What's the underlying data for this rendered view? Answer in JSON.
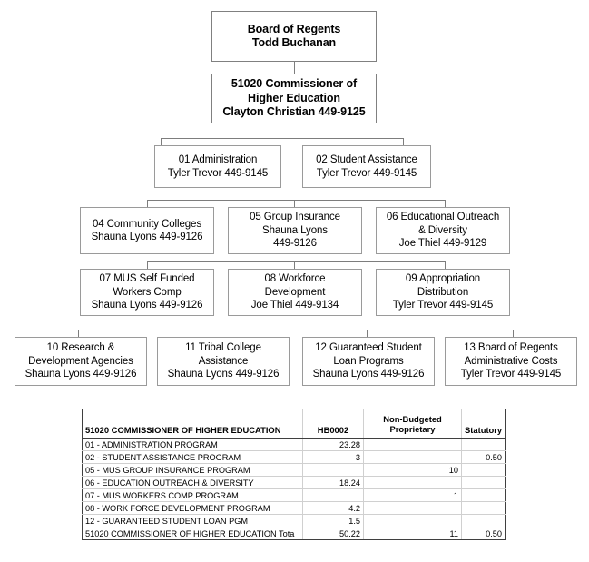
{
  "org_chart": {
    "root": {
      "id": "board-of-regents",
      "text": "Board of Regents\nTodd Buchanan"
    },
    "commissioner": {
      "id": "commissioner",
      "text": "51020 Commissioner of\nHigher Education\nClayton Christian 449-9125"
    },
    "row1": [
      {
        "id": "01-administration",
        "text": "01 Administration\nTyler Trevor 449-9145"
      },
      {
        "id": "02-student-assistance",
        "text": "02 Student Assistance\nTyler Trevor 449-9145"
      }
    ],
    "row2": [
      {
        "id": "04-community-colleges",
        "text": "04 Community Colleges\nShauna Lyons 449-9126"
      },
      {
        "id": "05-group-insurance",
        "text": "05 Group Insurance\nShauna Lyons\n449-9126"
      },
      {
        "id": "06-educational-outreach",
        "text": "06 Educational Outreach\n& Diversity\nJoe Thiel 449-9129"
      }
    ],
    "row3": [
      {
        "id": "07-mus-self-funded-workers-comp",
        "text": "07 MUS Self Funded\nWorkers Comp\nShauna Lyons 449-9126"
      },
      {
        "id": "08-workforce-development",
        "text": "08 Workforce\nDevelopment\nJoe Thiel 449-9134"
      },
      {
        "id": "09-appropriation-distribution",
        "text": "09 Appropriation\nDistribution\nTyler Trevor 449-9145"
      }
    ],
    "row4": [
      {
        "id": "10-research-development-agencies",
        "text": "10 Research &\nDevelopment Agencies\nShauna Lyons 449-9126"
      },
      {
        "id": "11-tribal-college-assistance",
        "text": "11 Tribal College\nAssistance\nShauna Lyons 449-9126"
      },
      {
        "id": "12-guaranteed-student-loan-programs",
        "text": "12 Guaranteed Student\nLoan Programs\nShauna Lyons 449-9126"
      },
      {
        "id": "13-board-of-regents-admin-costs",
        "text": "13 Board of Regents\nAdministrative Costs\nTyler Trevor 449-9145"
      }
    ]
  },
  "table": {
    "headers": {
      "program": "51020 COMMISSIONER OF HIGHER EDUCATION",
      "hb0002": "HB0002",
      "non_budgeted_proprietary": "Non-Budgeted Proprietary",
      "statutory": "Statutory"
    },
    "rows": [
      {
        "program": "01 - ADMINISTRATION PROGRAM",
        "hb0002": "23.28",
        "non_budgeted_proprietary": "",
        "statutory": ""
      },
      {
        "program": "02 - STUDENT ASSISTANCE PROGRAM",
        "hb0002": "3",
        "non_budgeted_proprietary": "",
        "statutory": "0.50"
      },
      {
        "program": "05 - MUS GROUP INSURANCE PROGRAM",
        "hb0002": "",
        "non_budgeted_proprietary": "10",
        "statutory": ""
      },
      {
        "program": "06 - EDUCATION OUTREACH & DIVERSITY",
        "hb0002": "18.24",
        "non_budgeted_proprietary": "",
        "statutory": ""
      },
      {
        "program": "07 - MUS WORKERS COMP PROGRAM",
        "hb0002": "",
        "non_budgeted_proprietary": "1",
        "statutory": ""
      },
      {
        "program": "08 - WORK FORCE DEVELOPMENT PROGRAM",
        "hb0002": "4.2",
        "non_budgeted_proprietary": "",
        "statutory": ""
      },
      {
        "program": "12 - GUARANTEED STUDENT LOAN PGM",
        "hb0002": "1.5",
        "non_budgeted_proprietary": "",
        "statutory": ""
      }
    ],
    "total": {
      "program": "51020 COMMISSIONER OF HIGHER EDUCATION Tota",
      "hb0002": "50.22",
      "non_budgeted_proprietary": "11",
      "statutory": "0.50"
    }
  }
}
